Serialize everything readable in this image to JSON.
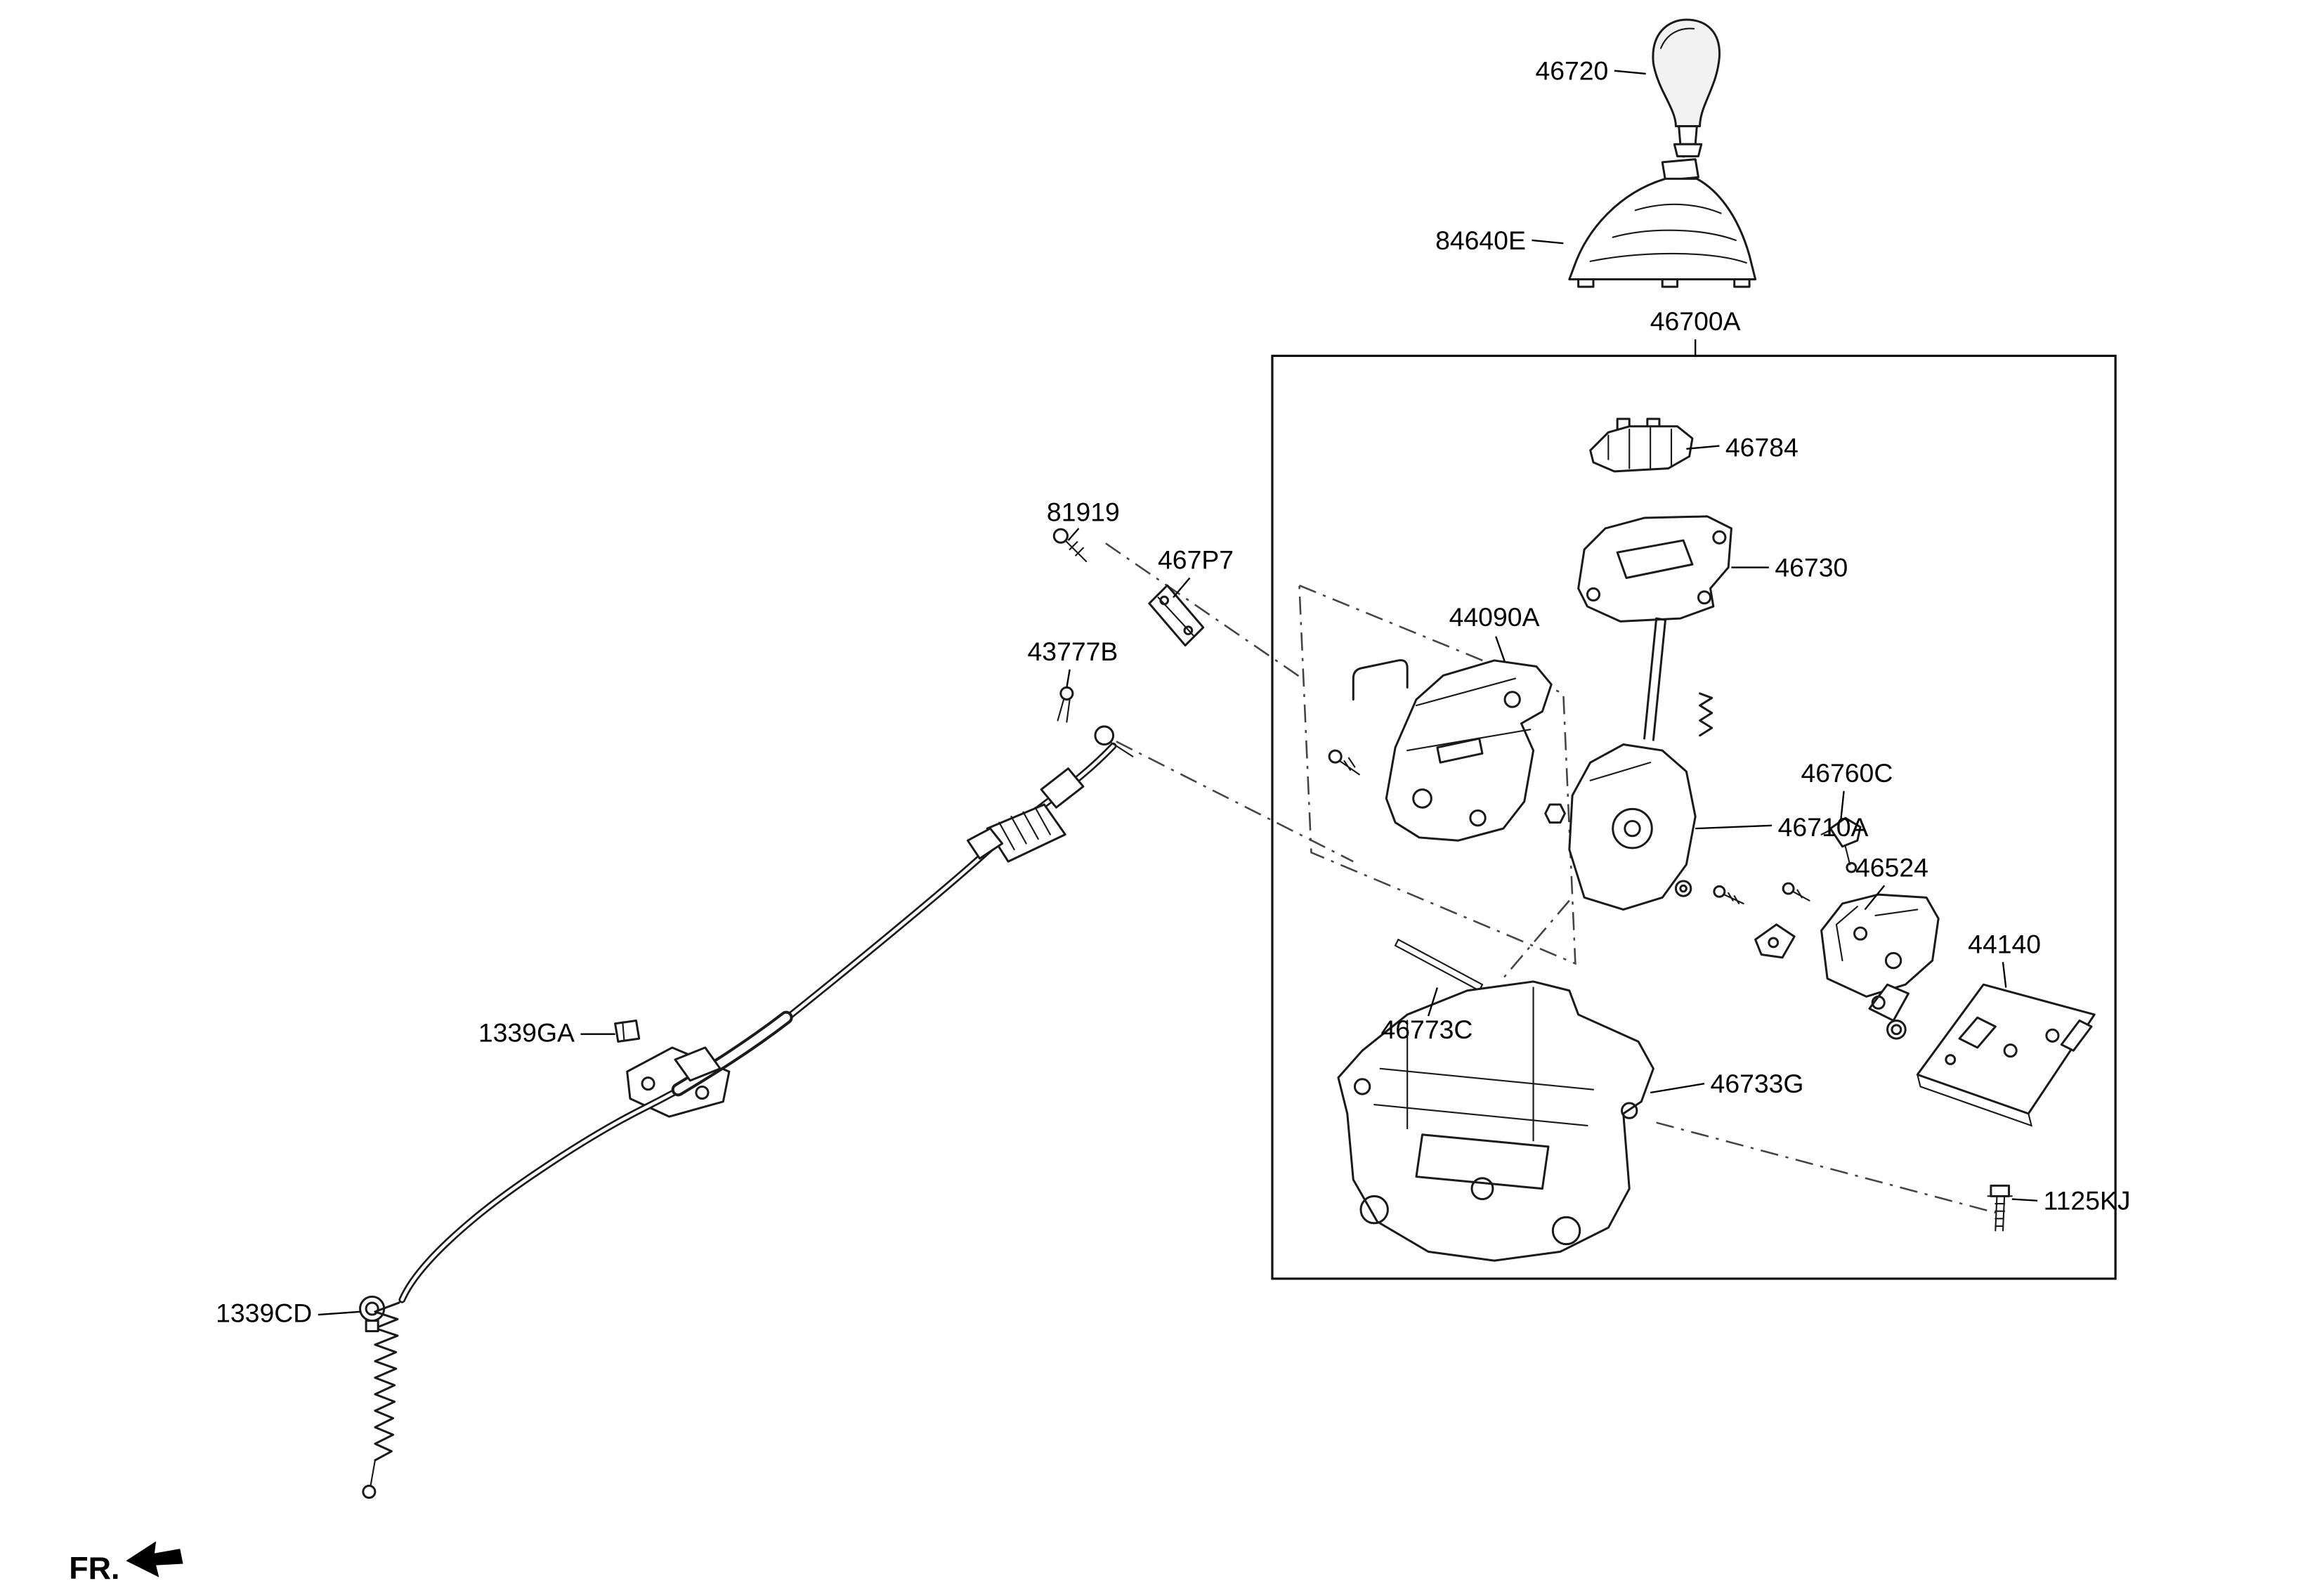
{
  "colors": {
    "background": "#ffffff",
    "line": "#1a1a1a"
  },
  "fr": {
    "label": "FR."
  },
  "parts": [
    {
      "label": "46720"
    },
    {
      "label": "84640E"
    },
    {
      "label": "46700A"
    },
    {
      "label": "46784"
    },
    {
      "label": "46730"
    },
    {
      "label": "44090A"
    },
    {
      "label": "81919"
    },
    {
      "label": "467P7"
    },
    {
      "label": "43777B"
    },
    {
      "label": "46760C"
    },
    {
      "label": "46710A"
    },
    {
      "label": "46524"
    },
    {
      "label": "44140"
    },
    {
      "label": "46773C"
    },
    {
      "label": "46733G"
    },
    {
      "label": "1339GA"
    },
    {
      "label": "1339CD"
    },
    {
      "label": "1125KJ"
    }
  ]
}
